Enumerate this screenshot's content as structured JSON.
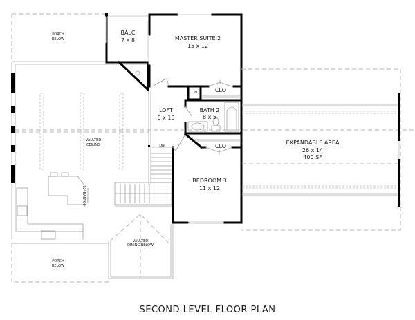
{
  "title": "SECOND LEVEL FLOOR PLAN",
  "rooms": {
    "porch_top": {
      "name": "PORCH",
      "sub": "BELOW"
    },
    "balc": {
      "name": "BALC",
      "dims": "7 x 8"
    },
    "master_suite": {
      "name": "MASTER SUITE 2",
      "dims": "15 x 12"
    },
    "lin": {
      "name": "LIN"
    },
    "clo_master": {
      "name": "CLO"
    },
    "loft": {
      "name": "LOFT",
      "dims": "6 x 10"
    },
    "bath2": {
      "name": "BATH 2",
      "dims": "8 x 5"
    },
    "clo_bed": {
      "name": "CLO"
    },
    "stairs": {
      "name": "DN"
    },
    "vaulted_ceiling": {
      "name": "VAULTED",
      "sub": "CEILING"
    },
    "bedroom3": {
      "name": "BEDROOM 3",
      "dims": "11 x 12"
    },
    "expandable": {
      "name": "EXPANDABLE AREA",
      "dims": "26 x 14",
      "area": "400 SF"
    },
    "bar_top": {
      "name": "12' BARTOP"
    },
    "vaulted_dining": {
      "name": "VAULTED",
      "sub": "DINING BELOW"
    },
    "porch_bottom": {
      "name": "PORCH",
      "sub": "BELOW"
    }
  },
  "colors": {
    "wall": "#000000",
    "line": "#bdbdbd",
    "background": "#ffffff"
  }
}
